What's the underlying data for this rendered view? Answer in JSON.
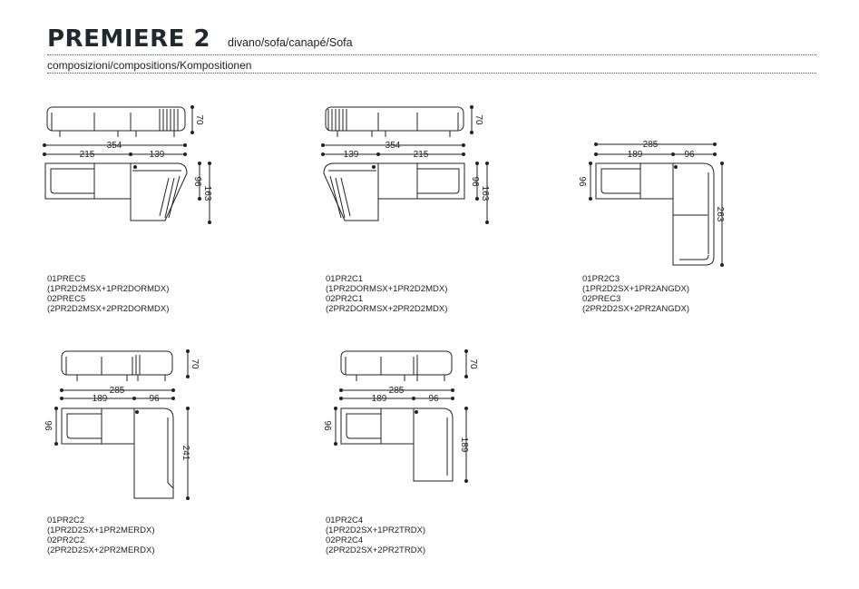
{
  "header": {
    "title": "PREMIERE 2",
    "subtitle": "divano/sofa/canapé/Sofa",
    "section": "composizioni/compositions/Kompositionen"
  },
  "compositions": [
    {
      "dims": {
        "width": "354",
        "left": "215",
        "right": "139",
        "height": "70",
        "depth": "96",
        "total_depth": "163"
      },
      "caption": [
        "01PREC5",
        "(1PR2D2MSX+1PR2DORMDX)",
        "02PREC5",
        "(2PR2D2MSX+2PR2DORMDX)"
      ]
    },
    {
      "dims": {
        "width": "354",
        "left": "139",
        "right": "215",
        "height": "70",
        "depth": "96",
        "total_depth": "163"
      },
      "caption": [
        "01PR2C1",
        "(1PR2DORMSX+1PR2D2MDX)",
        "02PR2C1",
        "(2PR2DORMSX+2PR2D2MDX)"
      ]
    },
    {
      "dims": {
        "width": "285",
        "left": "189",
        "right": "96",
        "depth": "96",
        "total_depth": "263"
      },
      "caption": [
        "01PR2C3",
        "(1PR2D2SX+1PR2ANGDX)",
        "02PREC3",
        "(2PR2D2SX+2PR2ANGDX)"
      ]
    },
    {
      "dims": {
        "width": "285",
        "left": "189",
        "right": "96",
        "height": "70",
        "depth": "96",
        "total_depth": "241"
      },
      "caption": [
        "01PR2C2",
        "(1PR2D2SX+1PR2MERDX)",
        "02PR2C2",
        "(2PR2D2SX+2PR2MERDX)"
      ]
    },
    {
      "dims": {
        "width": "285",
        "left": "189",
        "right": "96",
        "height": "70",
        "depth": "96",
        "total_depth": "189"
      },
      "caption": [
        "01PR2C4",
        "(1PR2D2SX+1PR2TRDX)",
        "02PR2C4",
        "(2PR2D2SX+2PR2TRDX)"
      ]
    }
  ]
}
